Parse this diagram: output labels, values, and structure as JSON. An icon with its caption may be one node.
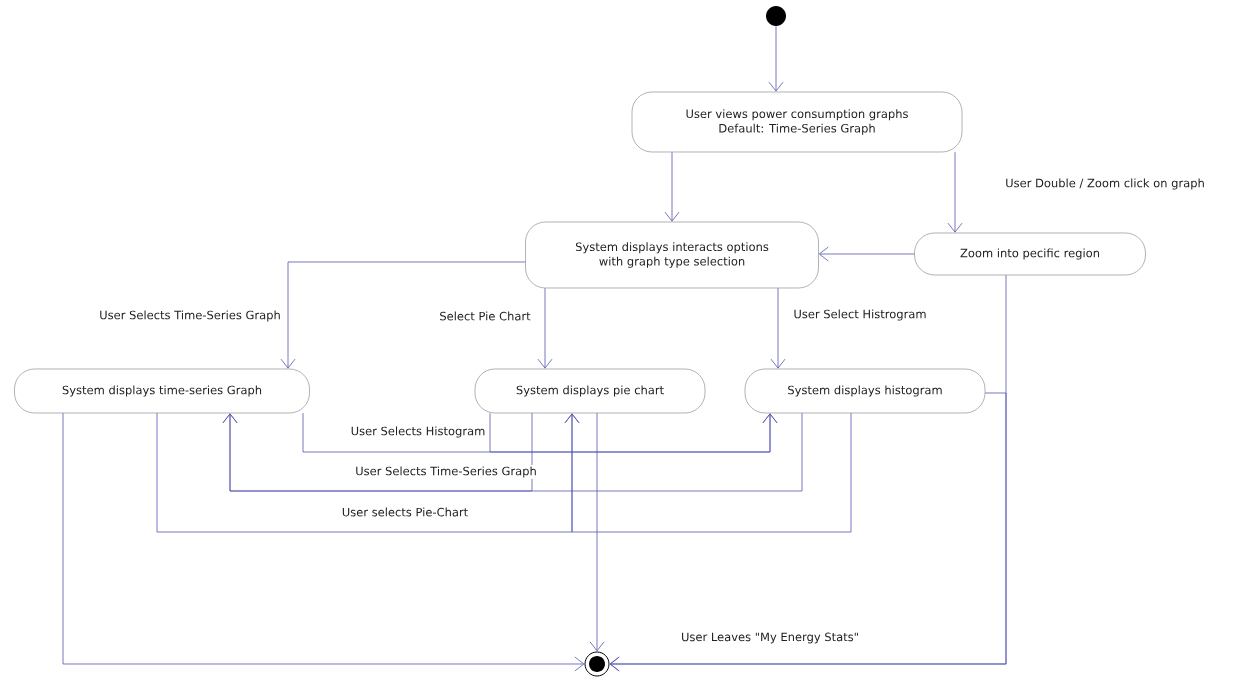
{
  "diagram": {
    "nodes": [
      {
        "text": [],
        "shape": "circle"
      },
      {
        "text": [
          "User views power consumption graphs",
          "Default: Time-Series Graph"
        ]
      },
      {
        "text": [
          "System displays interacts options with graph type selection"
        ]
      },
      {
        "text": [
          "Zoom into pecific region"
        ]
      },
      {
        "text": [
          "System displays time-series Graph"
        ]
      },
      {
        "text": [
          "System displays pie chart"
        ]
      },
      {
        "text": [
          "System displays histogram"
        ]
      },
      {
        "text": [],
        "shape": "bullseye"
      }
    ],
    "edges": [
      {
        "from": 0,
        "to": 1,
        "arrow": "to"
      },
      {
        "from": 1,
        "to": 2,
        "arrow": "to"
      },
      {
        "from": 1,
        "to": 3,
        "arrow": "to",
        "label": "User Double / Zoom click on graph"
      },
      {
        "from": 3,
        "to": 2,
        "arrow": "to"
      },
      {
        "from": 2,
        "to": 4,
        "arrow": "to",
        "label": "User Selects Time-Series Graph"
      },
      {
        "from": 2,
        "to": 5,
        "arrow": "to",
        "label": "Select Pie Chart"
      },
      {
        "from": 2,
        "to": 6,
        "arrow": "to",
        "label": "User Select Histrogram"
      },
      {
        "from": 4,
        "to": 6,
        "arrow": "to",
        "label": "User Selects Histogram"
      },
      {
        "from": 5,
        "to": 6,
        "arrow": "to"
      },
      {
        "from": 6,
        "to": 4,
        "arrow": "to",
        "label": "User Selects Time-Series Graph"
      },
      {
        "from": 5,
        "to": 4,
        "arrow": "to"
      },
      {
        "from": 4,
        "to": 5,
        "arrow": "to",
        "label": "User selects Pie-Chart"
      },
      {
        "from": 6,
        "to": 5,
        "arrow": "to"
      },
      {
        "from": 4,
        "to": 7,
        "arrow": "to"
      },
      {
        "from": 5,
        "to": 7,
        "arrow": "to"
      },
      {
        "from": 3,
        "to": 7,
        "arrow": "to"
      },
      {
        "from": 6,
        "to": 7,
        "arrow": "to"
      }
    ],
    "labels": [
      "User Leaves \"My Energy Stats\""
    ]
  }
}
